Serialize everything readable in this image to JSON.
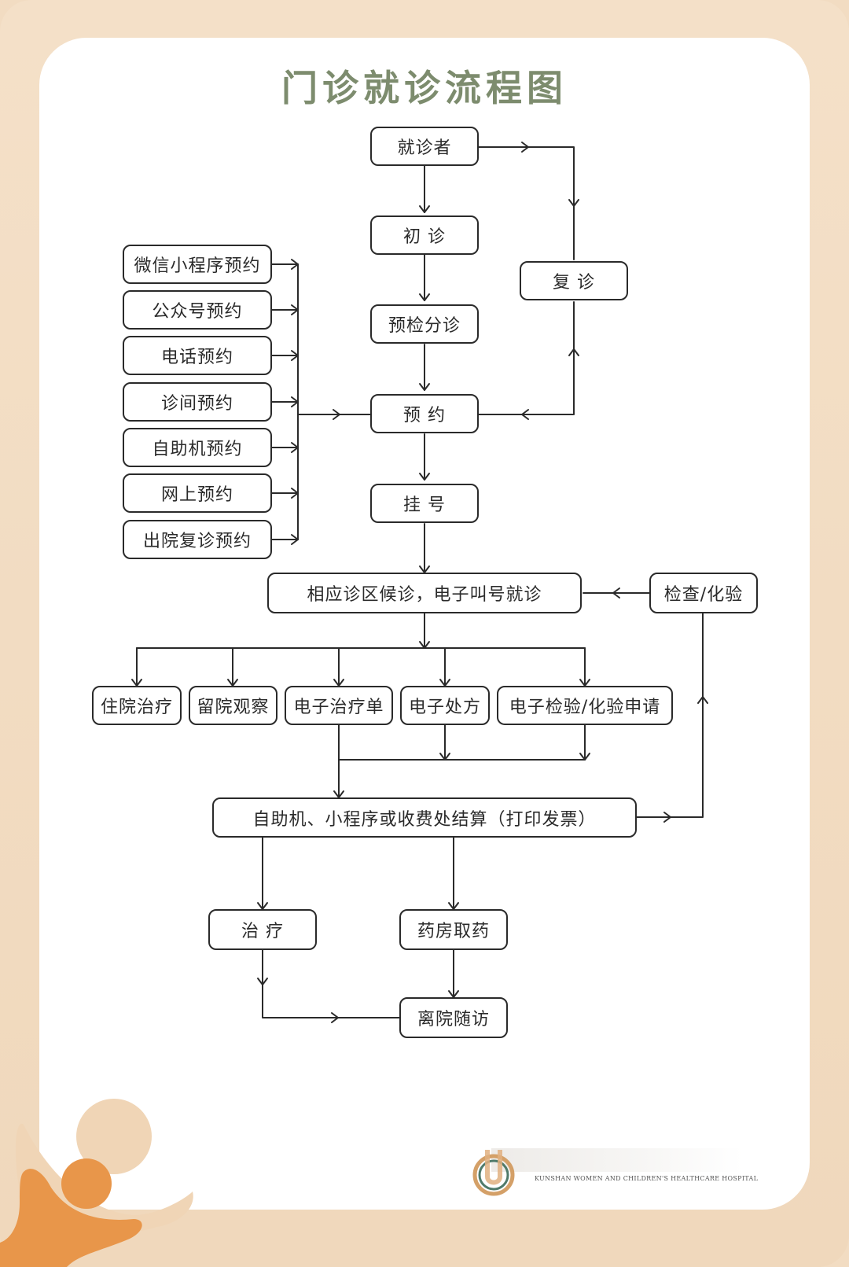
{
  "title": "门诊就诊流程图",
  "nodes": {
    "patient": "就诊者",
    "first_visit": "初 诊",
    "return_visit": "复 诊",
    "triage": "预检分诊",
    "appointment": "预 约",
    "registration": "挂 号",
    "waiting": "相应诊区候诊，电子叫号就诊",
    "exam_lab": "检查/化验",
    "hospitalization": "住院治疗",
    "observation": "留院观察",
    "e_treatment_order": "电子治疗单",
    "e_prescription": "电子处方",
    "e_lab_request": "电子检验/化验申请",
    "payment": "自助机、小程序或收费处结算（打印发票）",
    "treatment": "治 疗",
    "pharmacy": "药房取药",
    "discharge_followup": "离院随访"
  },
  "appointment_channels": [
    "微信小程序预约",
    "公众号预约",
    "电话预约",
    "诊间预约",
    "自助机预约",
    "网上预约",
    "出院复诊预约"
  ],
  "footer": {
    "hospital_name_en": "KUNSHAN WOMEN AND CHILDREN'S HEALTHCARE HOSPITAL"
  },
  "colors": {
    "title": "#7d8c6e",
    "frame": "#f2dcc2",
    "accent_orange": "#e8964a",
    "accent_light": "#f0d5b6",
    "line": "#2a2a2a"
  }
}
